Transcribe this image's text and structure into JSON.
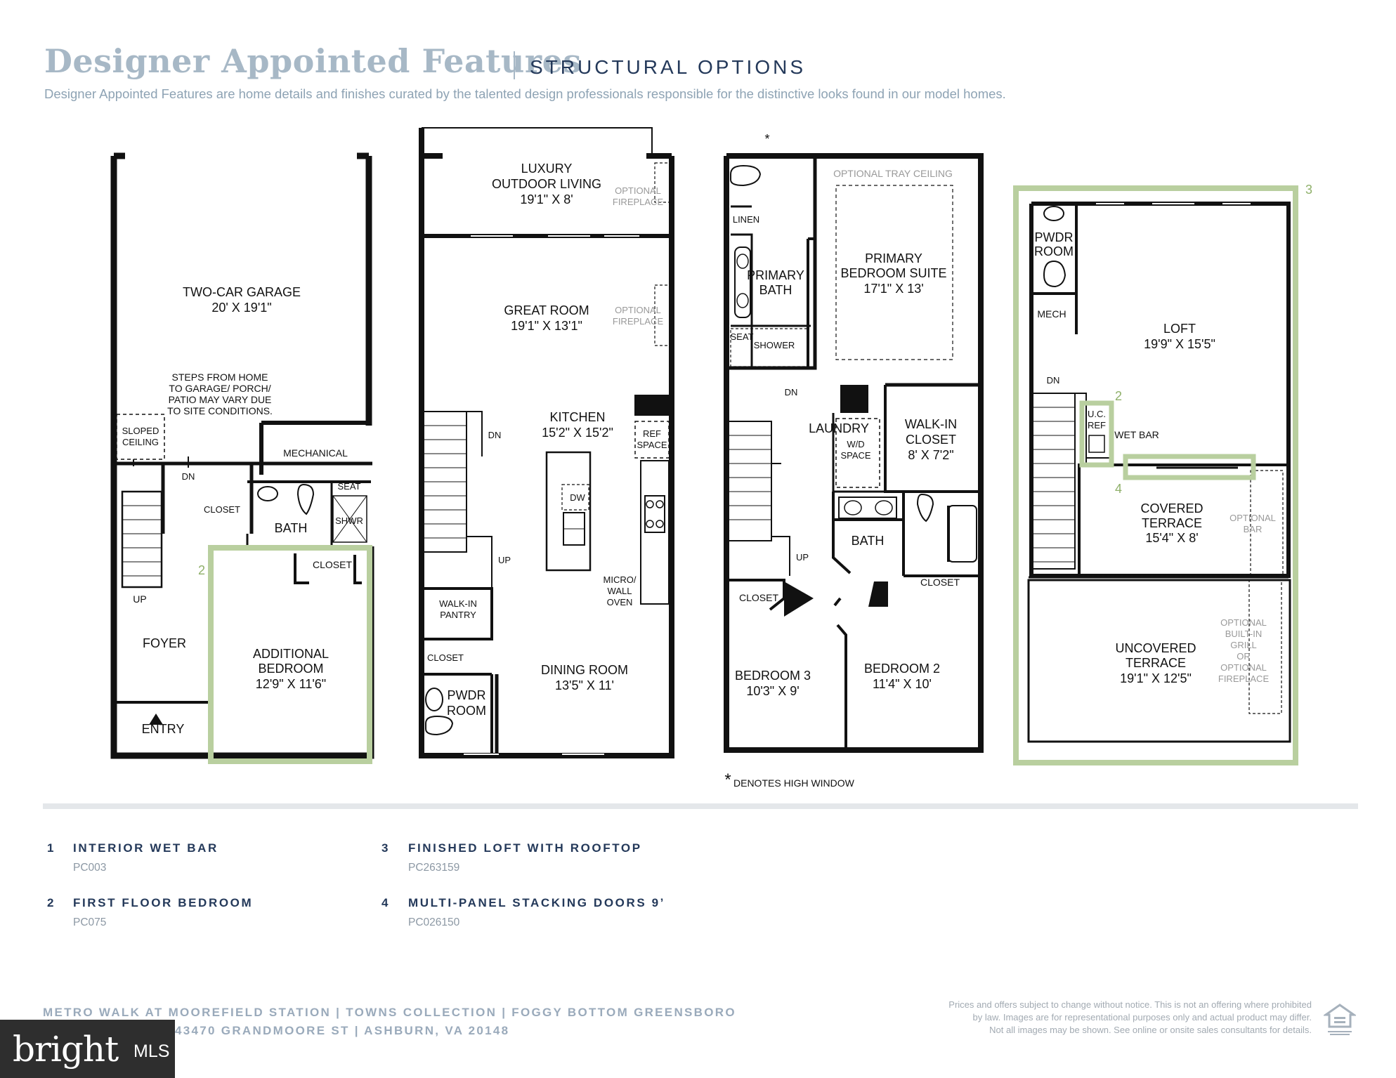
{
  "header": {
    "title": "Designer Appointed Features",
    "subtitle": "STRUCTURAL OPTIONS",
    "description": "Designer Appointed Features are home details and finishes curated by the talented design professionals responsible for the distinctive looks found in our model homes."
  },
  "plans": {
    "floor1": {
      "garage": "TWO-CAR GARAGE",
      "garage_dim": "20' X 19'1\"",
      "steps_note": [
        "STEPS FROM HOME",
        "TO GARAGE/ PORCH/",
        "PATIO MAY VARY DUE",
        "TO SITE CONDITIONS."
      ],
      "sloped": [
        "SLOPED",
        "CEILING"
      ],
      "mechanical": "MECHANICAL",
      "dn": "DN",
      "closet": "CLOSET",
      "seat": "SEAT",
      "shwr": "SHWR",
      "bath": "BATH",
      "closet2": "CLOSET",
      "up": "UP",
      "foyer": "FOYER",
      "entry": "ENTRY",
      "bedroom": [
        "ADDITIONAL",
        "BEDROOM"
      ],
      "bedroom_dim": "12'9\" X 11'6\"",
      "marker": "2"
    },
    "floor2": {
      "outdoor": [
        "LUXURY",
        "OUTDOOR LIVING"
      ],
      "outdoor_dim": "19'1\" X 8'",
      "opt_fireplace_1": [
        "OPTIONAL",
        "FIREPLACE"
      ],
      "great_room": "GREAT ROOM",
      "great_room_dim": "19'1\" X 13'1\"",
      "opt_fireplace_2": [
        "OPTIONAL",
        "FIREPLACE"
      ],
      "kitchen": "KITCHEN",
      "kitchen_dim": "15'2\" X 15'2\"",
      "ref": [
        "REF",
        "SPACE"
      ],
      "dn": "DN",
      "dw": "DW",
      "up": "UP",
      "micro": [
        "MICRO/",
        "WALL",
        "OVEN"
      ],
      "pantry": [
        "WALK-IN",
        "PANTRY"
      ],
      "closet": "CLOSET",
      "pwdr": [
        "PWDR",
        "ROOM"
      ],
      "dining": "DINING ROOM",
      "dining_dim": "13'5\" X 11'"
    },
    "floor3": {
      "star": "*",
      "linen": "LINEN",
      "primary_bath": [
        "PRIMARY",
        "BATH"
      ],
      "seat": "SEAT",
      "shower": "SHOWER",
      "tray": "OPTIONAL TRAY CEILING",
      "suite": [
        "PRIMARY",
        "BEDROOM SUITE"
      ],
      "suite_dim": "17'1\" X 13'",
      "dn": "DN",
      "laundry": "LAUNDRY",
      "wd": [
        "W/D",
        "SPACE"
      ],
      "walkin": [
        "WALK-IN",
        "CLOSET"
      ],
      "walkin_dim": "8' X 7'2\"",
      "bath": "BATH",
      "up": "UP",
      "closet1": "CLOSET",
      "closet2": "CLOSET",
      "bed3": "BEDROOM 3",
      "bed3_dim": "10'3\" X 9'",
      "bed2": "BEDROOM 2",
      "bed2_dim": "11'4\" X 10'",
      "note_star": "*",
      "note": "DENOTES HIGH WINDOW"
    },
    "floor4": {
      "marker3": "3",
      "marker2": "2",
      "marker4": "4",
      "pwdr": [
        "PWDR",
        "ROOM"
      ],
      "mech": "MECH",
      "loft": "LOFT",
      "loft_dim": "19'9\" X 15'5\"",
      "dn": "DN",
      "ucref": [
        "U.C.",
        "REF"
      ],
      "wetbar": "WET BAR",
      "covered": [
        "COVERED",
        "TERRACE"
      ],
      "covered_dim": "15'4\" X 8'",
      "opt_bar": [
        "OPTIONAL",
        "BAR"
      ],
      "uncovered": [
        "UNCOVERED",
        "TERRACE"
      ],
      "uncovered_dim": "19'1\" X 12'5\"",
      "opt_grill": [
        "OPTIONAL",
        "BUILT-IN",
        "GRILL",
        "OR",
        "OPTIONAL",
        "FIREPLACE"
      ]
    }
  },
  "options": [
    {
      "num": "1",
      "title": "INTERIOR WET BAR",
      "code": "PC003"
    },
    {
      "num": "2",
      "title": "FIRST FLOOR BEDROOM",
      "code": "PC075"
    },
    {
      "num": "3",
      "title": "FINISHED LOFT WITH ROOFTOP",
      "code": "PC263159"
    },
    {
      "num": "4",
      "title": "MULTI-PANEL STACKING DOORS 9’",
      "code": "PC026150"
    }
  ],
  "footer": {
    "line1": "METRO WALK AT MOOREFIELD STATION  |  TOWNS COLLECTION  |  FOGGY BOTTOM GREENSBORO",
    "line2": "43470 GRANDMOORE ST  |  ASHBURN, VA 20148",
    "disclaimer": [
      "Prices and offers subject to change without notice. This is not an offering where prohibited",
      "by law. Images are for representational purposes only and actual product may differ.",
      "Not all images may be shown. See online or onsite sales consultants for details."
    ],
    "brand": "bright",
    "brand_suffix": "MLS"
  },
  "colors": {
    "accent_green": "#b9cf9f",
    "navy": "#24395a",
    "title_gray": "#a7b8c6"
  }
}
